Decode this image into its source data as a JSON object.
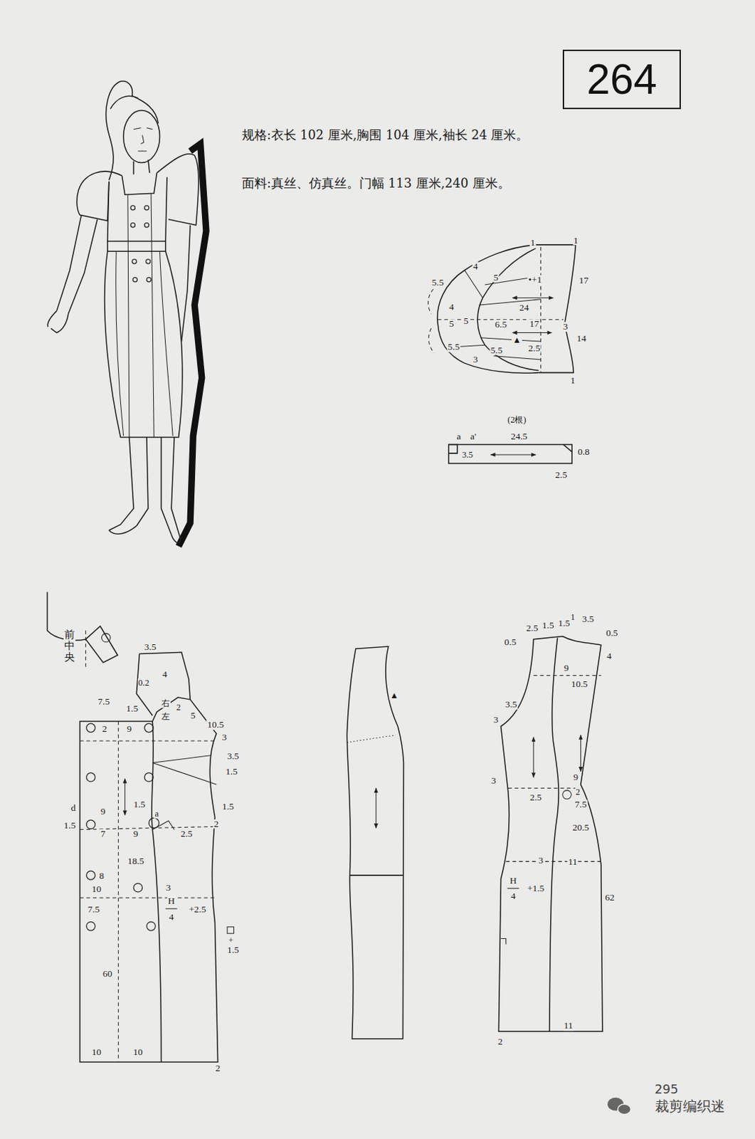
{
  "diagram": {
    "nodes": [
      {
        "text": [
          "264"
        ]
      }
    ],
    "labels": [
      "规格:衣长 102 厘米,胸围 104 厘米,袖长 24 厘米。",
      "面料:真丝、仿真丝。门幅 113 厘米,240 厘米。",
      "1",
      "1",
      "4",
      "5",
      "•+1",
      "17",
      "5.5",
      "4",
      "24",
      "5",
      "5",
      "6.5",
      "17",
      "3",
      "14",
      "▲",
      "2.5",
      "5.5",
      "5.5",
      "3",
      "1",
      "(2根)",
      "a",
      "a'",
      "24.5",
      "3.5",
      "0.8",
      "2.5",
      "前中央",
      "3.5",
      "4",
      "0.2",
      "7.5",
      "1.5",
      "右",
      "2",
      "5",
      "左",
      "10.5",
      "2",
      "9",
      "3",
      "3.5",
      "1.5",
      "1.5",
      "a",
      "1.5",
      "d",
      "9",
      "1.5",
      "2",
      "7",
      "9",
      "2.5",
      "18.5",
      "8",
      "10",
      "3",
      "H",
      "4",
      "+2.5",
      "7.5",
      "+",
      "1.5",
      "60",
      "10",
      "10",
      "2",
      "▲",
      "0.5",
      "2.5",
      "1.5",
      "1.5",
      "1",
      "3.5",
      "0.5",
      "4",
      "9",
      "10.5",
      "3.5",
      "3",
      "3",
      "9",
      "2",
      "2.5",
      "7.5",
      "20.5",
      "3",
      "11",
      "H",
      "4",
      "+1.5",
      "62",
      "11",
      "2",
      "295",
      "裁剪编织迷"
    ]
  }
}
